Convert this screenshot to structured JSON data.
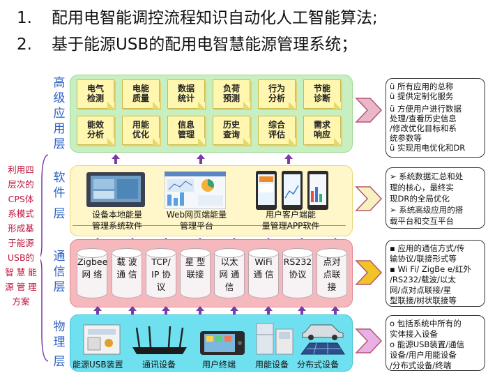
{
  "headings": [
    {
      "num": "1.",
      "text": "配用电智能调控流程知识自动化人工智能算法;"
    },
    {
      "num": "2.",
      "text": "基于能源USB的配用电智慧能源管理系统；"
    }
  ],
  "side_text": [
    "利用四",
    "层次的",
    "CPS体",
    "系模式",
    "形成基",
    "于能源",
    "USB的",
    "智 慧 能",
    "源 管 理",
    "方案"
  ],
  "layers": {
    "app": {
      "label": [
        "高",
        "级",
        "应",
        "用",
        "层"
      ]
    },
    "software": {
      "label": [
        "软",
        "件",
        "层"
      ]
    },
    "comm": {
      "label": [
        "通",
        "信",
        "层"
      ]
    },
    "physical": {
      "label": [
        "物",
        "理",
        "层"
      ]
    }
  },
  "app_tiles": [
    [
      "电气",
      "检测"
    ],
    [
      "电能",
      "质量"
    ],
    [
      "数据",
      "统计"
    ],
    [
      "负荷",
      "预测"
    ],
    [
      "行为",
      "分析"
    ],
    [
      "节能",
      "诊断"
    ],
    [
      "能效",
      "分析"
    ],
    [
      "用能",
      "优化"
    ],
    [
      "信息",
      "管理"
    ],
    [
      "历史",
      "查询"
    ],
    [
      "综合",
      "评估"
    ],
    [
      "需求",
      "响应"
    ]
  ],
  "software_items": [
    [
      "设备本地能量",
      "管理系统软件"
    ],
    [
      "Web网页端能量",
      "管理平台"
    ],
    [
      "用户客户端能",
      "量管理APP软件"
    ]
  ],
  "comm_items": [
    [
      "Zigbee",
      "网 络"
    ],
    [
      "载 波",
      "通 信"
    ],
    [
      "TCP/",
      "IP 协",
      "议"
    ],
    [
      "星 型",
      "联接"
    ],
    [
      "以太",
      "网 通",
      "信"
    ],
    [
      "WiFi",
      "通 信"
    ],
    [
      "RS232",
      "协议"
    ],
    [
      "点对",
      "点联",
      "接"
    ]
  ],
  "physical_items": [
    "能源USB装置",
    "通讯设备",
    "用户终端",
    "用能设备",
    "分布式设备"
  ],
  "right_panels": [
    {
      "lines": [
        "ü 所有应用的总称",
        "ü 提供定制化服务",
        "ü 方便用户进行数据",
        "   处理/查看历史信息",
        "   /修改优化目标和系",
        "   统参数等",
        "ü 实现用电优化和DR"
      ]
    },
    {
      "lines": [
        "➢ 系统数据汇总和处",
        "   理的核心，最终实",
        "   现DR的全局优化",
        "➢ 系统高级应用的搭",
        "   载平台和交互平台"
      ]
    },
    {
      "lines": [
        "▪  应用的通信方式/传",
        "   输协议/联接形式等",
        "▪  Wi Fi/ ZigBe e/红外",
        "   /RS232/载波/以太",
        "   网/点对点联接/星",
        "   型联接/树状联接等"
      ]
    },
    {
      "lines": [
        "o 包括系统中所有的",
        "   实体接入设备",
        "o 能源USB装置/通信",
        "   设备/用户用能设备",
        "   /分布式设备/终端"
      ]
    }
  ],
  "colors": {
    "app_bg": "#c7efc0",
    "software_bg": "#fff7c9",
    "comm_bg": "#f5b8bd",
    "physical_bg": "#6fe0ef",
    "layer_label": "#2b5fc4",
    "side_text": "#c0143c",
    "arrow": "#7a3aa8"
  }
}
